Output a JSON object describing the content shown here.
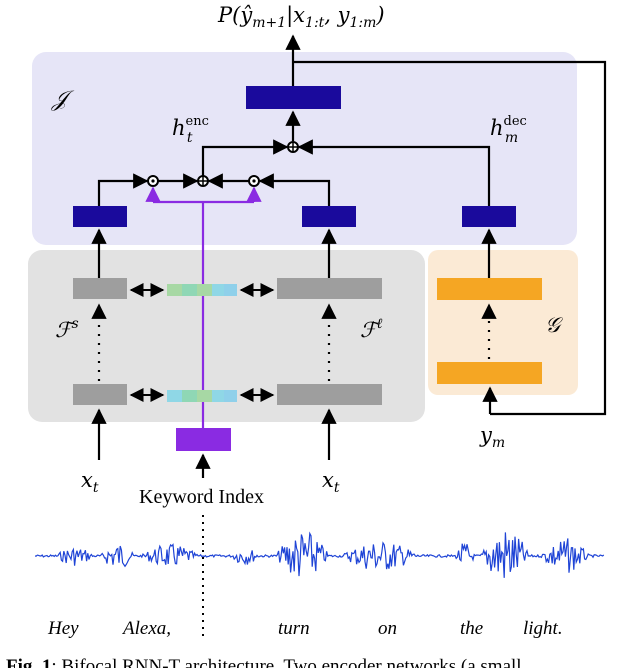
{
  "diagram": {
    "output_label": "P(ŷ",
    "output_sub": "m+1",
    "output_rest": "|x",
    "output_sub2": "1:t",
    "output_rest2": ", y",
    "output_sub3": "1:m",
    "output_close": ")",
    "joint_label": "𝒥",
    "h_enc_base": "h",
    "h_enc_sup": "enc",
    "h_enc_sub": "t",
    "h_dec_base": "h",
    "h_dec_sup": "dec",
    "h_dec_sub": "m",
    "small_encoder_label": "ℱ",
    "small_encoder_sup": "s",
    "large_encoder_label": "ℱ",
    "large_encoder_sup": "ℓ",
    "prediction_label": "𝒢",
    "input_left_base": "x",
    "input_left_sub": "t",
    "input_right_base": "x",
    "input_right_sub": "t",
    "prev_label_base": "y",
    "prev_label_sub": "m",
    "keyword_index_label": "Keyword Index"
  },
  "utterance": [
    "Hey",
    "Alexa,",
    "turn",
    "on",
    "the",
    "light."
  ],
  "caption": {
    "prefix": "Fig. 1",
    "text": ": Bifocal RNN-T architecture. Two encoder networks (a small"
  },
  "colors": {
    "joint_bg": "#e6e5f7",
    "encoder_bg": "#e2e2e2",
    "prediction_bg": "#fbead5",
    "dark_block": "#1a0a9c",
    "gray_block": "#9e9e9e",
    "orange_block": "#f5a623",
    "purple": "#8a2be2",
    "waveform": "#1f44d6"
  }
}
